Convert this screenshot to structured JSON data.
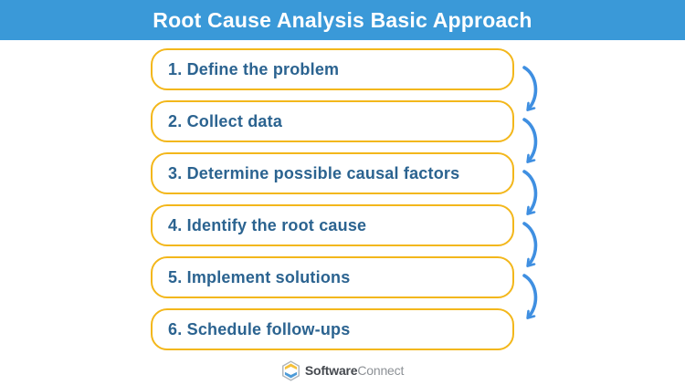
{
  "header": {
    "title": "Root Cause Analysis Basic Approach"
  },
  "steps": [
    {
      "label": "1. Define the problem"
    },
    {
      "label": "2. Collect data"
    },
    {
      "label": "3. Determine possible causal factors"
    },
    {
      "label": "4. Identify the root cause"
    },
    {
      "label": "5. Implement solutions"
    },
    {
      "label": "6. Schedule follow-ups"
    }
  ],
  "footer": {
    "brand_bold": "Software",
    "brand_light": "Connect"
  },
  "icons": {
    "flow_arrow": "curved-down-arrow-icon",
    "logo": "hexagon-layers-icon"
  },
  "colors": {
    "page-bg": "#FFFFFF",
    "header-bg": "#3A99D8",
    "header-text": "#FFFFFF",
    "box-border": "#F3B71B",
    "box-bg": "#FFFFFF",
    "step-text": "#2B6390",
    "arrow": "#3F8FE1",
    "logo-yellow": "#F5C03A",
    "logo-blue": "#4D9BD8",
    "logo-outline": "#AEB4B9",
    "brand-dark": "#45494F",
    "brand-light": "#8D9196"
  }
}
